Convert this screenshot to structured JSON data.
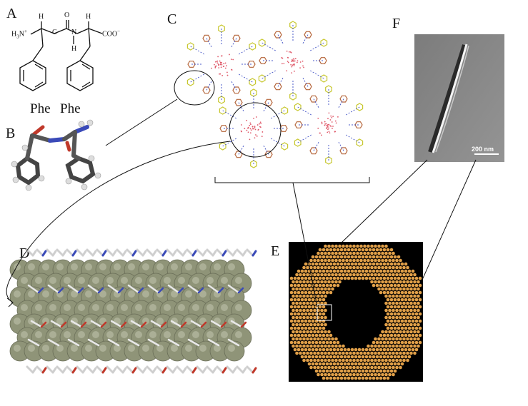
{
  "panels": {
    "a": "A",
    "b": "B",
    "c": "C",
    "d": "D",
    "e": "E",
    "f": "F"
  },
  "structure_a": {
    "label_left": "Phe",
    "label_right": "Phe",
    "h3n": "H",
    "h3n_sub": "3",
    "h3n_rest": "N",
    "plus": "+",
    "h_top_left": "H",
    "h_top_right": "H",
    "c_mid": "C",
    "o_top": "O",
    "n_mid": "N",
    "h_bottom": "H",
    "coo": "COO",
    "minus": "−"
  },
  "panel_f": {
    "scale_bar_label": "200 nm"
  },
  "colors": {
    "tube_orange": "#e1a049",
    "phenyl_yellow": "#c8c832",
    "phenyl_brown": "#b5653a",
    "spacefill_green": "#8f9478",
    "tem_gray": "#8a8a8a"
  }
}
